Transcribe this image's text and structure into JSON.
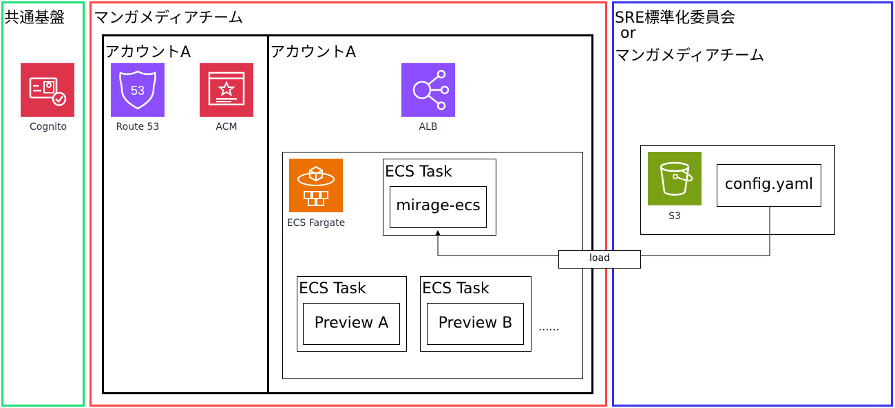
{
  "colors": {
    "shared_border": "#22dd77",
    "manga_border": "#ff4444",
    "sre_border": "#3333ee",
    "security_icon": "#dd344c",
    "network_icon": "#8c4fff",
    "compute_icon": "#ed7100",
    "storage_icon": "#7aa116"
  },
  "groups": {
    "shared": {
      "title": "共通基盤"
    },
    "manga": {
      "title": "マンガメディアチーム"
    },
    "sre": {
      "title_line1": "SRE標準化委員会",
      "title_line2": "or",
      "title_line3": "マンガメディアチーム"
    }
  },
  "accounts": {
    "left": {
      "title": "アカウントA"
    },
    "right": {
      "title": "アカウントA"
    }
  },
  "services": {
    "cognito": {
      "label": "Cognito",
      "icon": "cognito-icon"
    },
    "route53": {
      "label": "Route 53",
      "icon": "route53-icon"
    },
    "acm": {
      "label": "ACM",
      "icon": "acm-icon"
    },
    "alb": {
      "label": "ALB",
      "icon": "alb-icon"
    },
    "fargate": {
      "label": "ECS Fargate",
      "icon": "fargate-icon"
    },
    "s3": {
      "label": "S3",
      "icon": "s3-icon"
    }
  },
  "tasks": {
    "mirage": {
      "title": "ECS Task",
      "content": "mirage-ecs"
    },
    "preview_a": {
      "title": "ECS Task",
      "content": "Preview A"
    },
    "preview_b": {
      "title": "ECS Task",
      "content": "Preview B"
    },
    "more": "......"
  },
  "config": {
    "file": "config.yaml"
  },
  "edge": {
    "label": "load"
  }
}
